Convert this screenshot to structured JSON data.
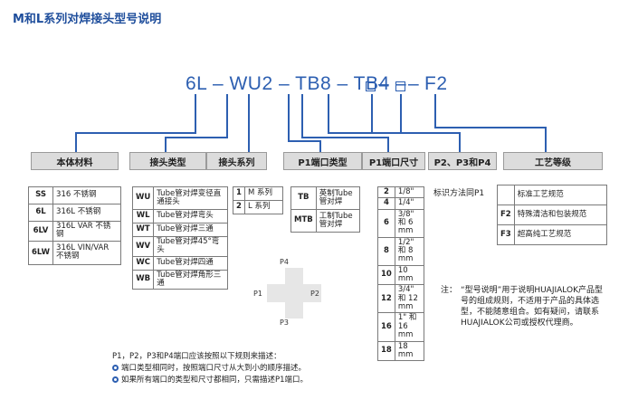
{
  "title": "M和L系列对焊接头型号说明",
  "code": {
    "p1": "6L",
    "p2": "WU2",
    "p3": "TB8",
    "p4": "TB4",
    "p7": "F2",
    "sep": "–"
  },
  "headers": [
    "本体材料",
    "接头类型",
    "接头系列",
    "P1端口类型",
    "P1端口尺寸",
    "P2、P3和P4",
    "工艺等级"
  ],
  "material": [
    {
      "k": "SS",
      "v": "316 不锈钢"
    },
    {
      "k": "6L",
      "v": "316L 不锈钢"
    },
    {
      "k": "6LV",
      "v": "316L VAR 不锈钢"
    },
    {
      "k": "6LW",
      "v": "316L VIN/VAR 不锈钢"
    }
  ],
  "joint_type": [
    {
      "k": "WU",
      "v": "Tube管对焊变径直通接头"
    },
    {
      "k": "WL",
      "v": "Tube管对焊弯头"
    },
    {
      "k": "WT",
      "v": "Tube管对焊三通"
    },
    {
      "k": "WV",
      "v": "Tube管对焊45°弯头"
    },
    {
      "k": "WC",
      "v": "Tube管对焊四通"
    },
    {
      "k": "WB",
      "v": "Tube管对焊角形三通"
    }
  ],
  "series": [
    {
      "k": "1",
      "v": "M 系列"
    },
    {
      "k": "2",
      "v": "L 系列"
    }
  ],
  "p1_type": [
    {
      "k": "TB",
      "v": "英制Tube管对焊"
    },
    {
      "k": "MTB",
      "v": "工制Tube管对焊"
    }
  ],
  "p1_size": [
    {
      "k": "2",
      "v": "1/8\""
    },
    {
      "k": "4",
      "v": "1/4\""
    },
    {
      "k": "6",
      "v": "3/8\" 和 6 mm"
    },
    {
      "k": "8",
      "v": "1/2\" 和 8 mm"
    },
    {
      "k": "10",
      "v": "10 mm"
    },
    {
      "k": "12",
      "v": "3/4\" 和 12 mm"
    },
    {
      "k": "16",
      "v": "1\" 和 16 mm"
    },
    {
      "k": "18",
      "v": "18 mm"
    }
  ],
  "p234_text": "标识方法同P1",
  "grade": [
    {
      "k": "",
      "v": "标准工艺规范"
    },
    {
      "k": "F2",
      "v": "特殊清洁和包装规范"
    },
    {
      "k": "F3",
      "v": "超高纯工艺规范"
    }
  ],
  "ports": {
    "p1": "P1",
    "p2": "P2",
    "p3": "P3",
    "p4": "P4"
  },
  "note": {
    "label": "注：",
    "text": "“型号说明”用于说明HUAJIALOK产品型号的组成规则，不适用于产品的具体选型，不能随意组合。如有疑问，请联系HUAJIALOK公司或授权代理商。"
  },
  "rules": {
    "intro": "P1，P2，P3和P4端口应该按照以下规则来描述：",
    "items": [
      "端口类型相同时，按照端口尺寸从大到小的顺序描述。",
      "如果所有端口的类型和尺寸都相同，只需描述P1端口。"
    ]
  },
  "colors": {
    "accent": "#2d5fb1",
    "title": "#1f4e9c",
    "header_bg": "#dcdcdc"
  }
}
